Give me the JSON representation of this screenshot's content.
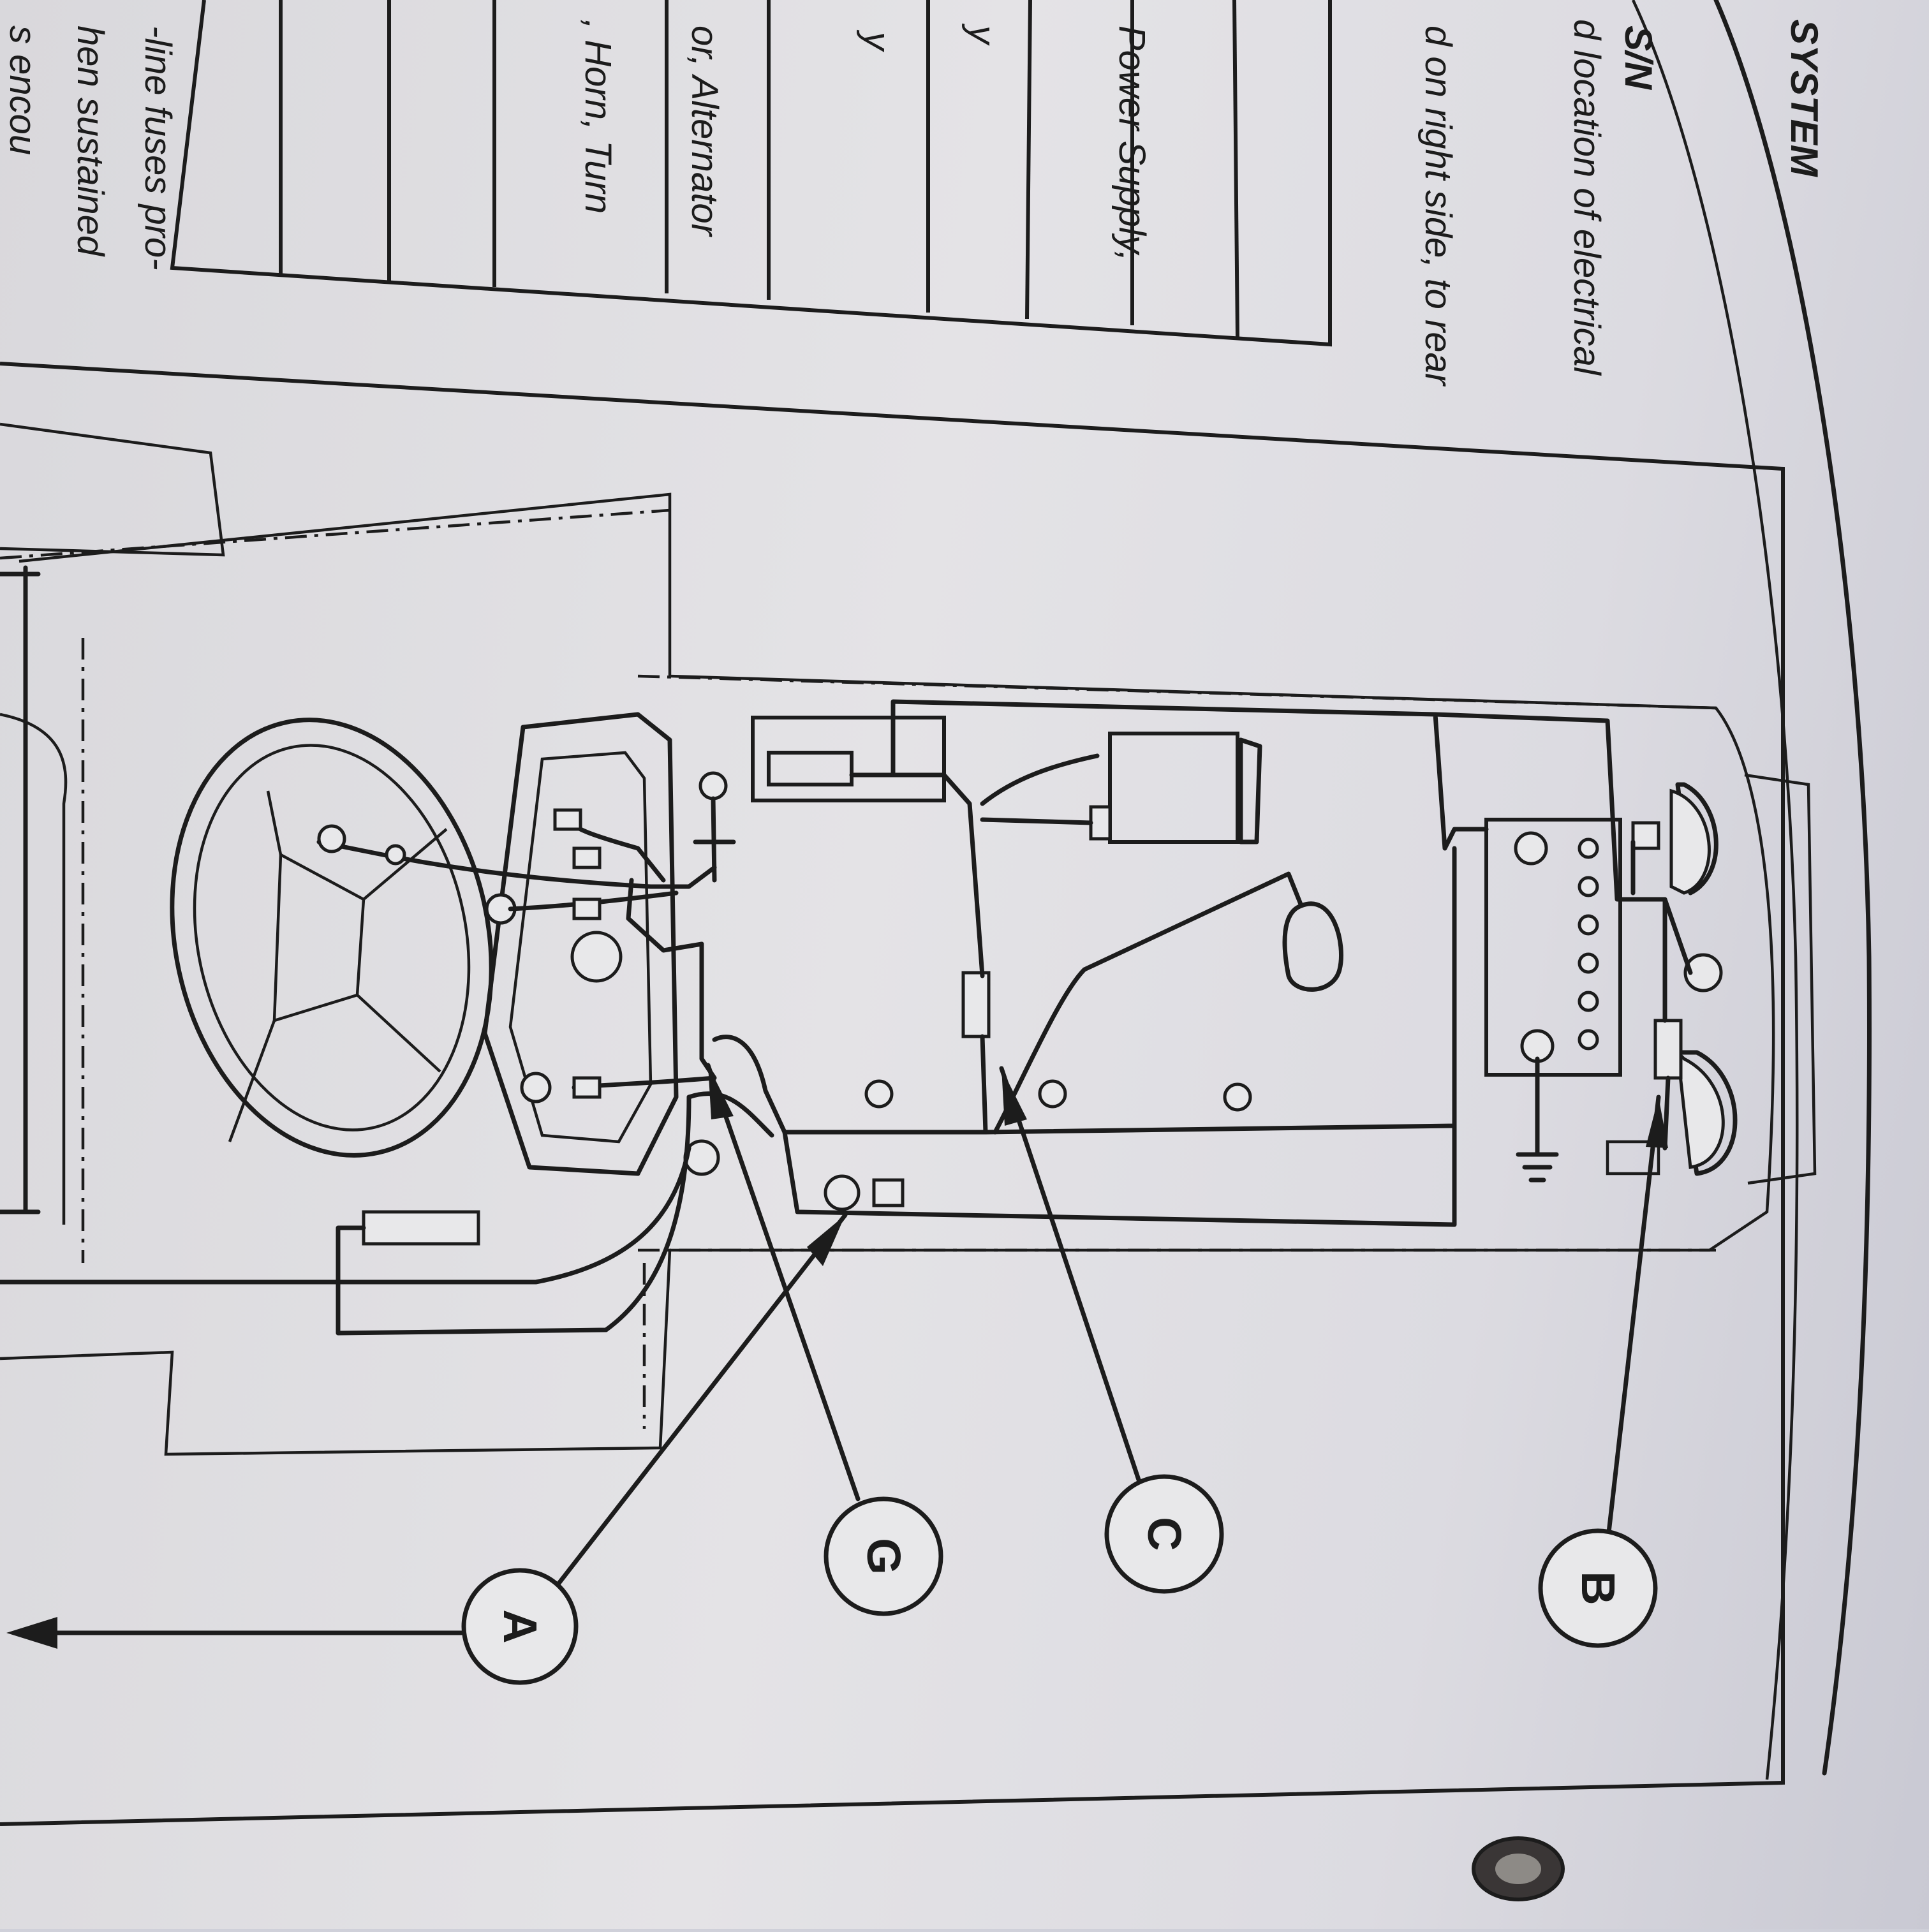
{
  "header": {
    "section_title": "SYSTEM",
    "subheading": "S/N"
  },
  "text_column": {
    "line1": "d location of electrical",
    "line2": "d on right side, to rear"
  },
  "table": {
    "row1": "Power Supply,",
    "row2": "y",
    "row3": "y",
    "row4": "or, Alternator",
    "row5": ", Horn, Turn"
  },
  "bottom_paragraph": {
    "line1": "-line fuses pro-",
    "line2": "hen sustained",
    "line3": "s encou"
  },
  "callouts": {
    "a": "A",
    "g": "G",
    "c": "C",
    "b": "B"
  }
}
